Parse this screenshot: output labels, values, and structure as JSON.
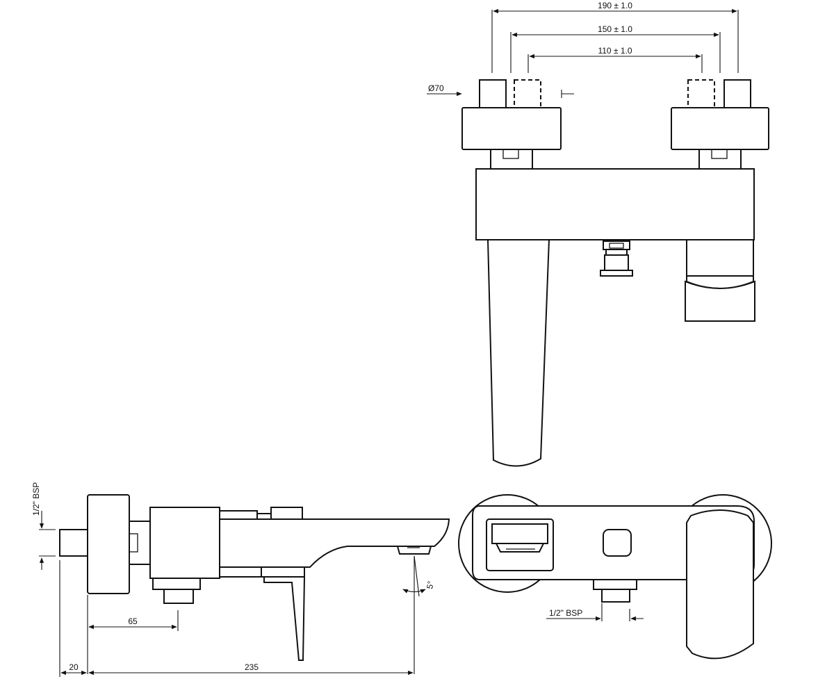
{
  "dimensions": {
    "d190": "190 ± 1.0",
    "d150": "150 ± 1.0",
    "d110": "110 ± 1.0",
    "dia70": "Ø70",
    "bsp_left": "1/2\" BSP",
    "bsp_right": "1/2\" BSP",
    "d65": "65",
    "d20": "20",
    "d235": "235",
    "angle": "5°"
  },
  "colors": {
    "line": "#111111",
    "background": "#ffffff"
  }
}
